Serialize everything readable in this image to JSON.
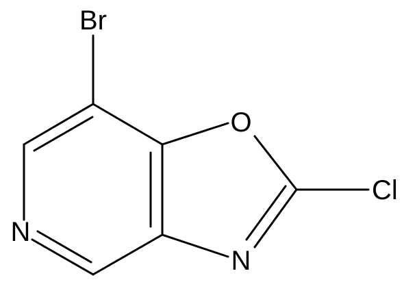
{
  "molecule": {
    "atoms": {
      "bromine": "Br",
      "oxygen": "O",
      "chlorine": "Cl",
      "nitrogen_oxazole": "N",
      "nitrogen_pyridine": "N"
    },
    "colors": {
      "bond": "#000000",
      "label": "#000000",
      "background": "#ffffff"
    }
  }
}
